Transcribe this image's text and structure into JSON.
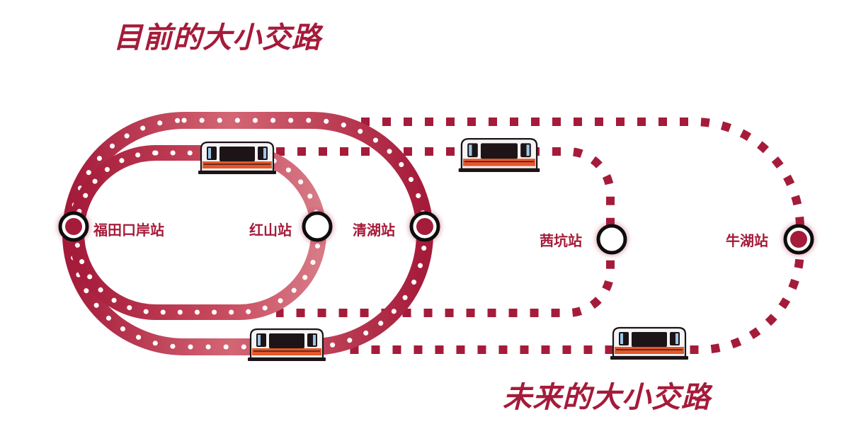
{
  "titles": {
    "current": "目前的大小交路",
    "future": "未来的大小交路"
  },
  "stations": {
    "futian_port": "福田口岸站",
    "hongshan": "红山站",
    "qinghu": "清湖站",
    "xikeng": "茜坑站",
    "niuhu": "牛湖站"
  },
  "colors": {
    "brand": "#a51b3a",
    "brand_light": "#cd5b6b",
    "train_body": "#f4f4f4",
    "train_stripe": "#e5572b",
    "train_window": "#1c1417"
  }
}
